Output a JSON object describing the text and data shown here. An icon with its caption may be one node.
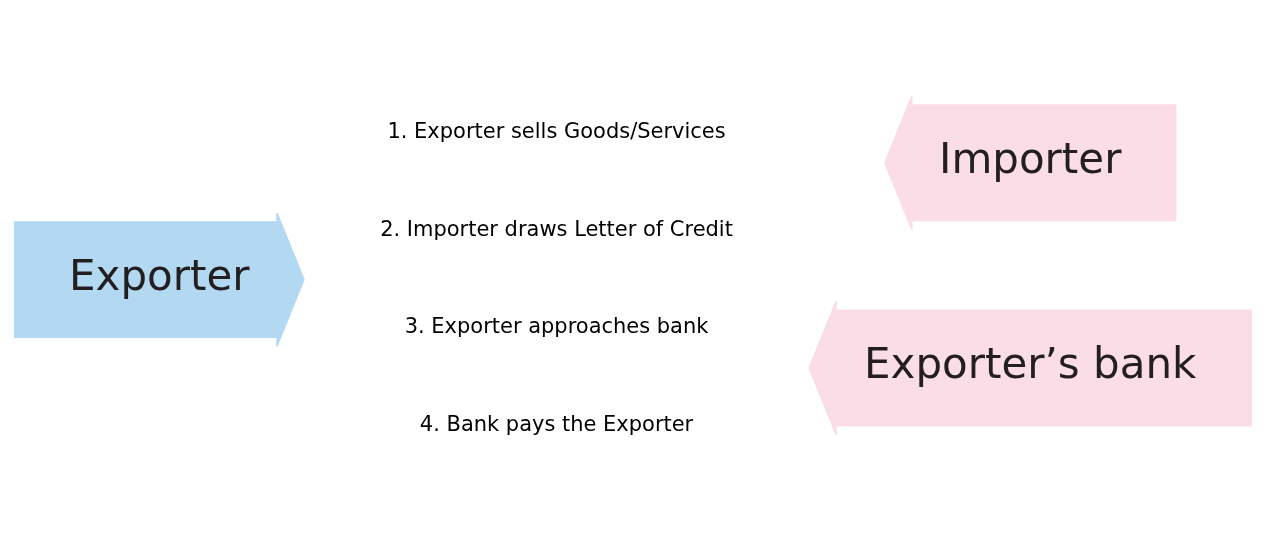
{
  "diagram": {
    "nodes": [
      {
        "text": [
          "Exporter"
        ]
      },
      {
        "text": [
          "Importer"
        ]
      },
      {
        "text": [
          "Exporter’s bank"
        ]
      }
    ],
    "labels": [
      "1. Exporter sells Goods/Services",
      "2. Importer draws Letter of Credit",
      "3. Exporter approaches bank",
      "4. Bank pays the Exporter"
    ]
  }
}
